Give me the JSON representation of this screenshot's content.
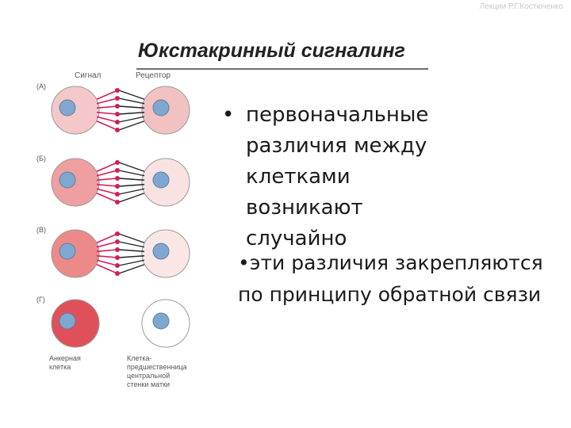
{
  "header_note": "Лекции Р.Г.Костюченко",
  "title": "Юкстакринный сигналинг",
  "diagram": {
    "label_signal": "Сигнал",
    "label_receptor": "Рецептор",
    "rows": [
      {
        "letter": "(А)",
        "left_fill": "#f4c8c8",
        "right_fill": "#f2c2c2"
      },
      {
        "letter": "(Б)",
        "left_fill": "#ef9f9f",
        "right_fill": "#f8e2e2"
      },
      {
        "letter": "(В)",
        "left_fill": "#ec8a8a",
        "right_fill": "#fbe6e6"
      },
      {
        "letter": "(Г)",
        "left_fill": "#e0505a",
        "right_fill": "#ffffff"
      }
    ],
    "anchor_label": [
      "Анкерная",
      "клетка"
    ],
    "precursor_label": [
      "Клетка-",
      "предшественница",
      "центральной",
      "стенки матки"
    ]
  },
  "bullets": {
    "first_marker": "•",
    "first": "первоначальные различия между клетками возникают случайно",
    "second": "•эти различия закрепляются по принципу обратной связи"
  },
  "colors": {
    "signal_line": "#d01e5a",
    "receptor_line": "#222222",
    "nucleus": "#7fa7cf"
  }
}
